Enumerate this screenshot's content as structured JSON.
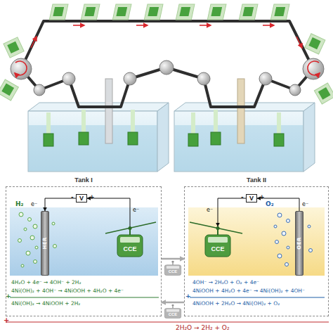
{
  "diagram": {
    "nodes": [
      {
        "text": [
          "Tank I"
        ]
      },
      {
        "text": [
          "V"
        ],
        "in": 0
      },
      {
        "text": [
          "HER"
        ],
        "in": 0
      },
      {
        "text": [
          "CCE"
        ],
        "in": 0
      },
      {
        "text": [
          "CCE"
        ]
      },
      {
        "text": [
          "CCE"
        ]
      },
      {
        "text": [
          "Tank II"
        ]
      },
      {
        "text": [
          "V"
        ],
        "in": 6
      },
      {
        "text": [
          "CCE"
        ],
        "in": 6
      },
      {
        "text": [
          "OER"
        ],
        "in": 6
      }
    ],
    "edges": [
      {
        "from": 1,
        "to": 2,
        "arrow": "to",
        "label": "e⁻"
      },
      {
        "from": 3,
        "to": 1,
        "arrow": "to",
        "label": "e⁻"
      },
      {
        "from": 7,
        "to": 8,
        "arrow": "to",
        "label": "e⁻"
      },
      {
        "from": 9,
        "to": 7,
        "arrow": "to",
        "label": "e⁻"
      },
      {
        "from": 0,
        "to": 6,
        "arrow": "to"
      },
      {
        "from": 6,
        "to": 0,
        "arrow": "to"
      }
    ],
    "labels": [
      "H₂",
      "-",
      "+",
      "4H₂O + 4e⁻ → 4OH⁻ + 2H₂",
      "4Ni(OH)₂ + 4OH⁻ → 4NiOOH + 4H₂O + 4e⁻",
      "+",
      "4Ni(OH)₂ → 4NiOOH + 2H₂",
      "O₂",
      "-",
      "+",
      "4OH⁻ → 2H₂O + O₂ + 4e⁻",
      "4NiOOH + 4H₂O + 4e⁻ → 4Ni(OH)₂ + 4OH⁻",
      "+",
      "4NiOOH + 2H₂O → 4Ni(OH)₂ + O₂",
      "+",
      "2H₂O → 2H₂ + O₂"
    ]
  }
}
